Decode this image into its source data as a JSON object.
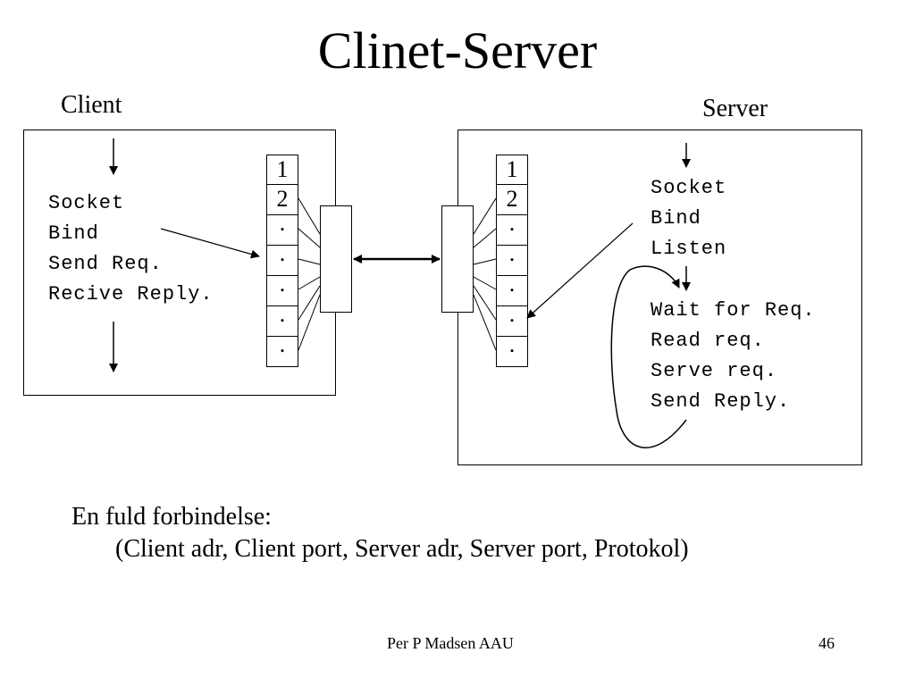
{
  "title": "Clinet-Server",
  "client": {
    "label": "Client",
    "steps": [
      "Socket",
      "Bind",
      "Send Req.",
      "Recive Reply."
    ],
    "slots": [
      "1",
      "2",
      ".",
      ".",
      ".",
      ".",
      "."
    ]
  },
  "server": {
    "label": "Server",
    "steps_top": [
      "Socket",
      "Bind",
      "Listen"
    ],
    "steps_loop": [
      "Wait for Req.",
      "Read req.",
      "Serve req.",
      "Send Reply."
    ],
    "slots": [
      "1",
      "2",
      ".",
      ".",
      ".",
      ".",
      "."
    ]
  },
  "connection": {
    "heading": "En fuld forbindelse:",
    "tuple": "(Client adr, Client port, Server adr, Server port, Protokol)"
  },
  "footer": {
    "author": "Per P Madsen AAU",
    "page": "46"
  }
}
